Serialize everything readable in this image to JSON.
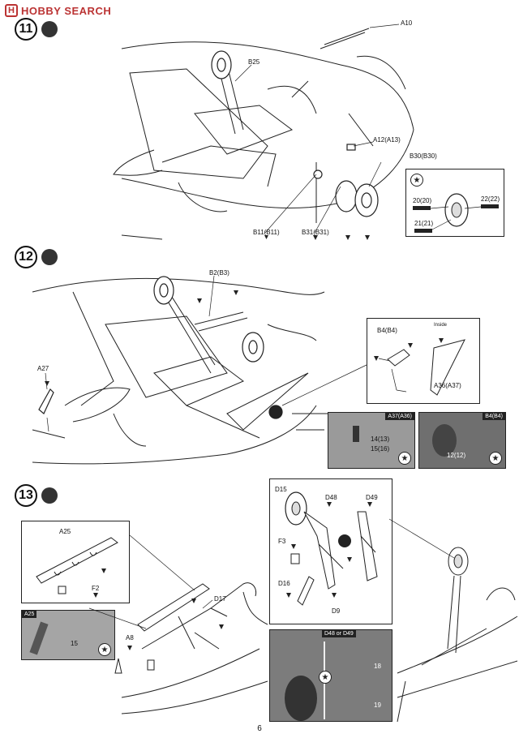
{
  "header": {
    "logo_char": "H",
    "site": "HOBBY SEARCH"
  },
  "steps": [
    {
      "number": "11"
    },
    {
      "number": "12"
    },
    {
      "number": "13"
    }
  ],
  "step11": {
    "labels": {
      "a10": "A10",
      "b25": "B25",
      "a12": "A12(A13)",
      "b30": "B30(B30)",
      "b11": "B11(B11)",
      "b31": "B31(B31)"
    },
    "markings": {
      "m20": "20(20)",
      "m22": "22(22)",
      "m21": "21(21)"
    }
  },
  "step12": {
    "labels": {
      "b2": "B2(B3)",
      "a27": "A27",
      "b4": "B4(B4)",
      "inside": "Inside",
      "a36": "A36(A37)"
    },
    "photo1": {
      "tag": "A37(A36)",
      "n1": "14(13)",
      "n2": "15(16)"
    },
    "photo2": {
      "tag": "B4(B4)",
      "n1": "12(12)"
    }
  },
  "step13": {
    "labels": {
      "a25": "A25",
      "f2": "F2",
      "d17": "D17",
      "a8": "A8",
      "d15": "D15",
      "d48": "D48",
      "d49": "D49",
      "f3": "F3",
      "d16": "D16",
      "d9": "D9"
    },
    "photo1": {
      "tag": "A25",
      "n1": "15"
    },
    "photo2": {
      "tag": "D48 or D49",
      "n1": "18",
      "n2": "19"
    }
  },
  "page_number": "6"
}
